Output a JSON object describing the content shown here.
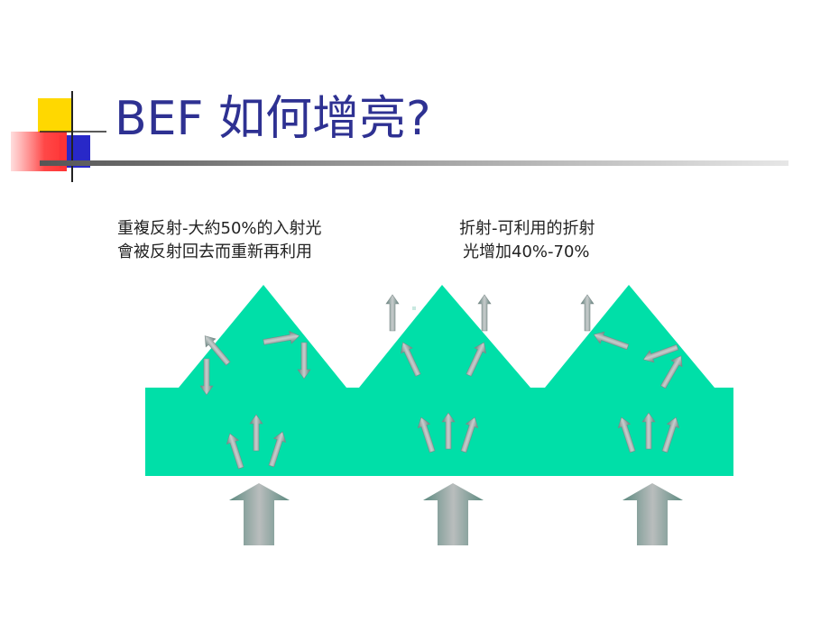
{
  "slide": {
    "title": "BEF 如何增亮?",
    "caption_left": {
      "line1": "重複反射-大約50%的入射光",
      "line2": "會被反射回去而重新再利用"
    },
    "caption_right": {
      "line1": "折射-可利用的折射",
      "line2": "光增加40%-70%"
    }
  },
  "colors": {
    "title": "#2e3192",
    "film": "#00dfa8",
    "deco_yellow": "#ffd800",
    "deco_red": "#ff3333",
    "deco_blue": "#2222cc",
    "arrow": "#8a9a9a"
  }
}
